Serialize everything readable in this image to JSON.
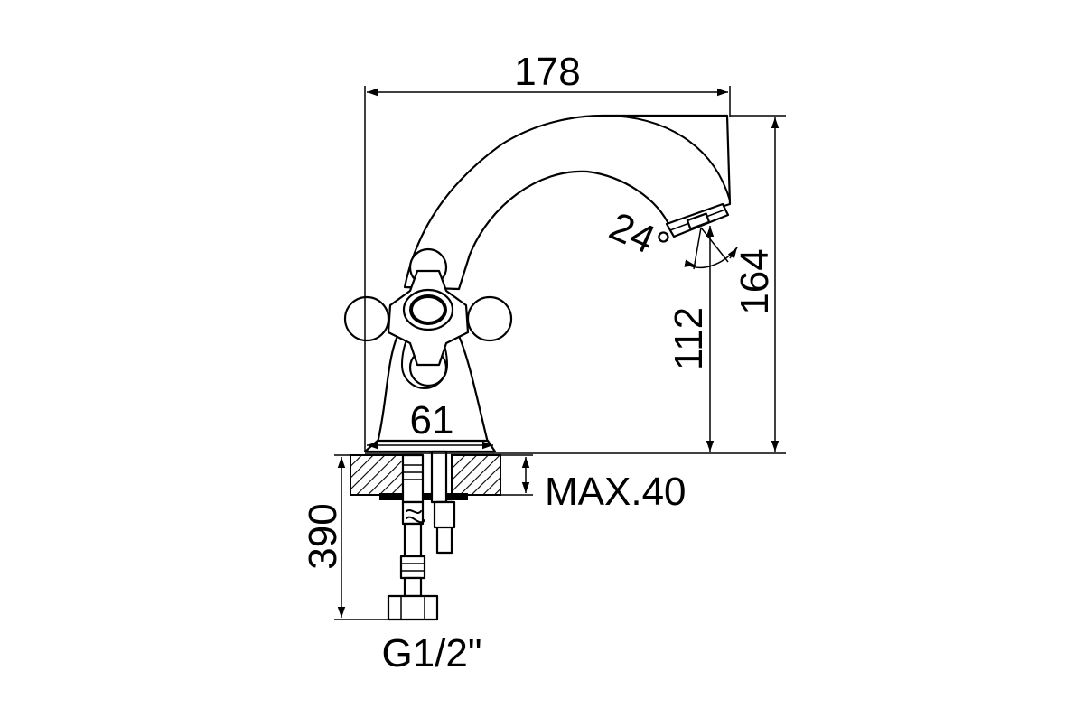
{
  "dimensions": {
    "total_length": "178",
    "total_height": "164",
    "spout_height": "112",
    "base_width": "61",
    "spout_angle": "24°",
    "max_thickness": "MAX.40",
    "hose_length": "390",
    "thread": "G1/2\""
  }
}
